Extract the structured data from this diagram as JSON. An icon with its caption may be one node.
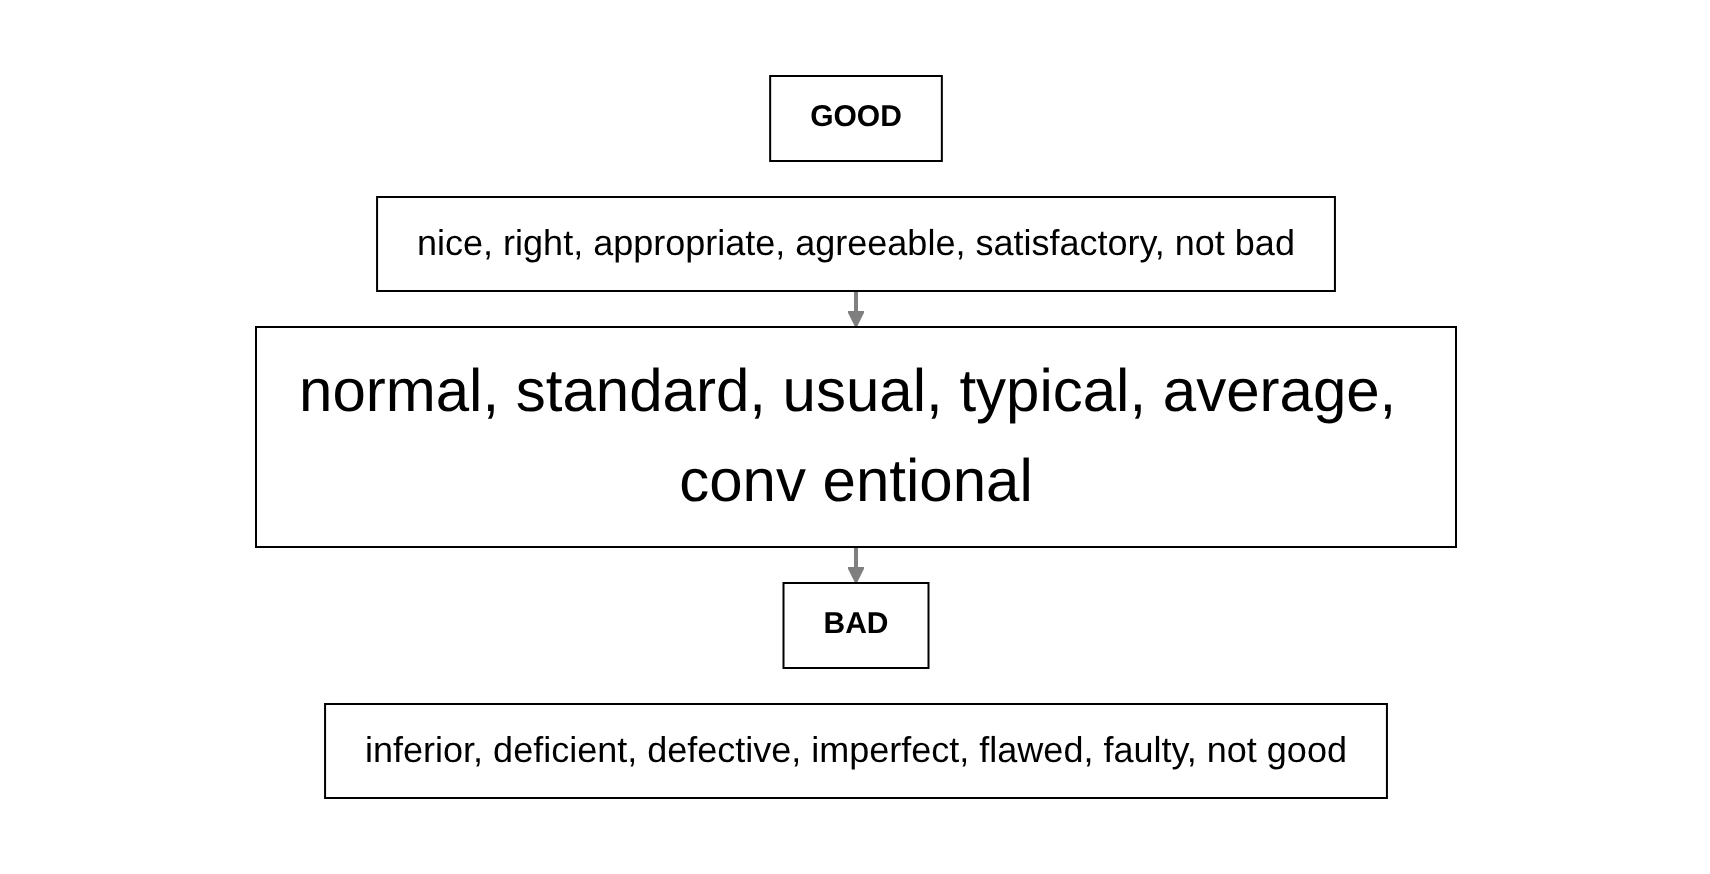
{
  "diagram": {
    "nodes": [
      {
        "text": [
          "GOOD"
        ]
      },
      {
        "text": [
          "nice, right, appropriate, agreeable, satisfactory, not bad"
        ]
      },
      {
        "text": [
          "normal, standard, usual, typical, average, conv entional"
        ]
      },
      {
        "text": [
          "BAD"
        ]
      },
      {
        "text": [
          "inferior, deficient, defective, imperfect, flawed, faulty, not good"
        ]
      }
    ],
    "edges": [
      {
        "from": 1,
        "to": 2,
        "arrow": "to"
      },
      {
        "from": 2,
        "to": 3,
        "arrow": "to"
      }
    ]
  }
}
